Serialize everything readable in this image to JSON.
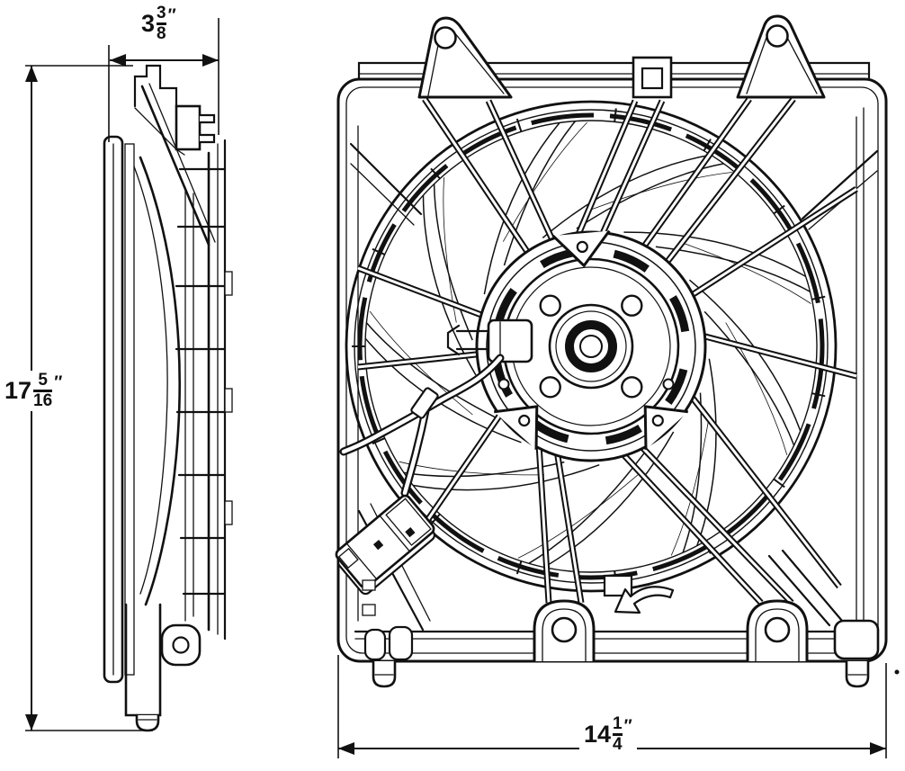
{
  "diagram": {
    "subject": "engine-cooling-fan-assembly-technical-drawing",
    "background_color": "#ffffff",
    "line_color": "#111111",
    "dimensions": {
      "depth": {
        "whole": "3",
        "numerator": "3",
        "denominator": "8",
        "unit": "″",
        "label": "3 3/8 in"
      },
      "height": {
        "whole": "17",
        "numerator": "5",
        "denominator": "16",
        "unit": "″",
        "label": "17 5/16 in"
      },
      "width": {
        "whole": "14",
        "numerator": "1",
        "denominator": "4",
        "unit": "″",
        "label": "14 1/4 in"
      }
    },
    "annotations": {
      "rotation_arrow": "counterclockwise"
    }
  }
}
